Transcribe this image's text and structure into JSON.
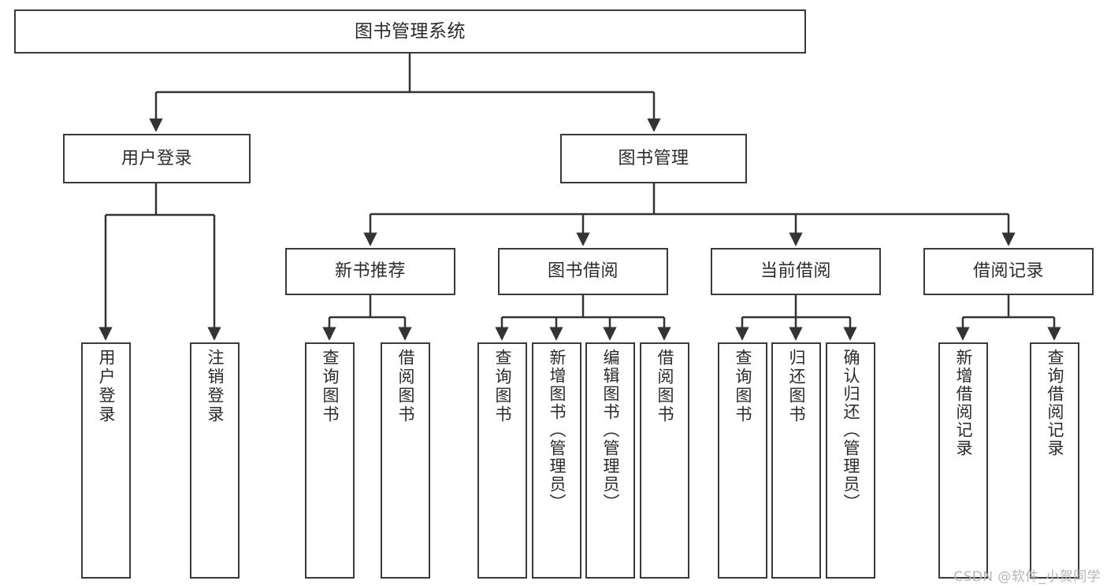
{
  "diagram": {
    "title": "图书管理系统",
    "type": "tree-hierarchy-chart",
    "colors": {
      "node_border": "#3a3a3a",
      "node_fill": "#ffffff",
      "edge": "#333333",
      "text": "#2b2b2b",
      "watermark": "#b6b6b6"
    },
    "root": {
      "label": "图书管理系统"
    },
    "level2": [
      {
        "label": "用户登录"
      },
      {
        "label": "图书管理"
      }
    ],
    "level3": [
      {
        "label": "新书推荐"
      },
      {
        "label": "图书借阅"
      },
      {
        "label": "当前借阅"
      },
      {
        "label": "借阅记录"
      }
    ],
    "leaves": {
      "user_login": [
        {
          "label": "用户登录"
        },
        {
          "label": "注销登录"
        }
      ],
      "new_book_recommend": [
        {
          "label": "查询图书"
        },
        {
          "label": "借阅图书"
        }
      ],
      "book_borrow": [
        {
          "label": "查询图书"
        },
        {
          "label": "新增图书（管理员）"
        },
        {
          "label": "编辑图书（管理员）"
        },
        {
          "label": "借阅图书"
        }
      ],
      "current_borrow": [
        {
          "label": "查询图书"
        },
        {
          "label": "归还图书"
        },
        {
          "label": "确认归还（管理员）"
        }
      ],
      "borrow_record": [
        {
          "label": "新增借阅记录"
        },
        {
          "label": "查询借阅记录"
        }
      ]
    }
  },
  "watermark": {
    "text": "CSDN @软件_小贺同学"
  }
}
